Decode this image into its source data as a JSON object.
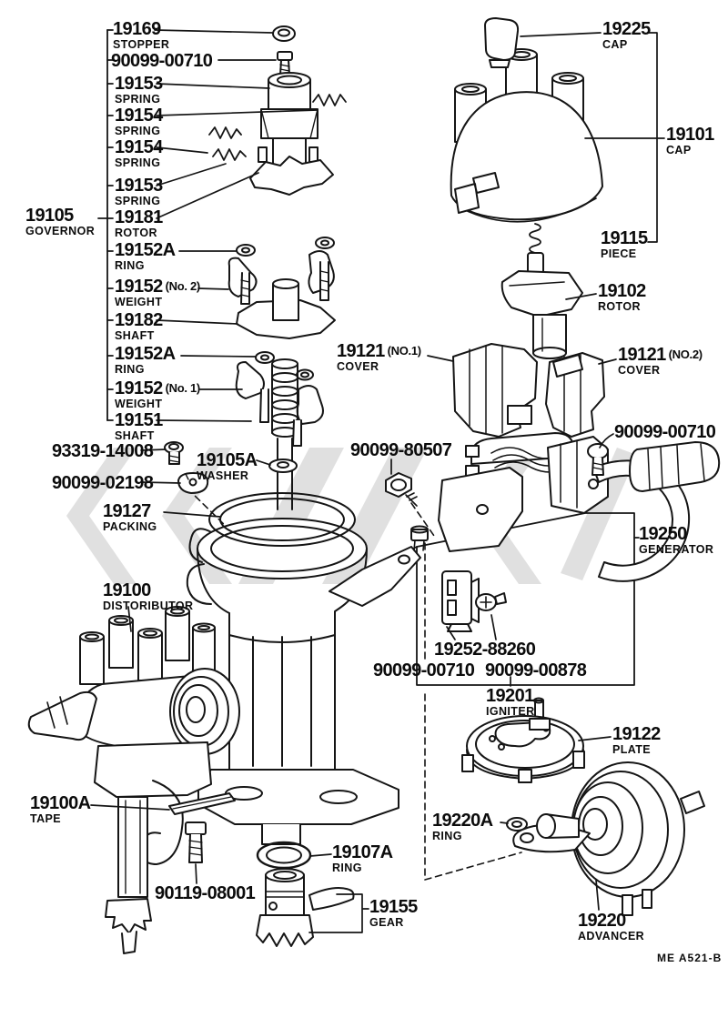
{
  "colors": {
    "ink": "#151515",
    "watermark": "#c7c7c7",
    "paper": "#ffffff"
  },
  "footer": {
    "code": "ME A521-B"
  },
  "labels": [
    {
      "num": "19169",
      "name": "STOPPER"
    },
    {
      "num": "90099-00710"
    },
    {
      "num": "19153",
      "name": "SPRING"
    },
    {
      "num": "19154",
      "name": "SPRING"
    },
    {
      "num": "19154",
      "name": "SPRING"
    },
    {
      "num": "19153",
      "name": "SPRING"
    },
    {
      "num": "19105",
      "name": "GOVERNOR"
    },
    {
      "num": "19181",
      "name": "ROTOR"
    },
    {
      "num": "19152A",
      "name": "RING"
    },
    {
      "num": "19152",
      "qual": "(No. 2)",
      "name": "WEIGHT"
    },
    {
      "num": "19182",
      "name": "SHAFT"
    },
    {
      "num": "19152A",
      "name": "RING"
    },
    {
      "num": "19152",
      "qual": "(No. 1)",
      "name": "WEIGHT"
    },
    {
      "num": "19151",
      "name": "SHAFT"
    },
    {
      "num": "93319-14008"
    },
    {
      "num": "19105A",
      "name": "WASHER"
    },
    {
      "num": "90099-02198"
    },
    {
      "num": "19127",
      "name": "PACKING"
    },
    {
      "num": "19100",
      "name": "DISTORIBUTOR"
    },
    {
      "num": "19100A",
      "name": "TAPE"
    },
    {
      "num": "90119-08001"
    },
    {
      "num": "19107A",
      "name": "RING"
    },
    {
      "num": "19155",
      "name": "GEAR"
    },
    {
      "num": "19225",
      "name": "CAP"
    },
    {
      "num": "19101",
      "name": "CAP"
    },
    {
      "num": "19115",
      "name": "PIECE"
    },
    {
      "num": "19102",
      "name": "ROTOR"
    },
    {
      "num": "19121",
      "qual": "(NO.1)",
      "name": "COVER"
    },
    {
      "num": "19121",
      "qual": "(NO.2)",
      "name": "COVER"
    },
    {
      "num": "90099-00710"
    },
    {
      "num": "90099-80507"
    },
    {
      "num": "19250",
      "name": "GENERATOR"
    },
    {
      "num": "19252-88260"
    },
    {
      "num": "90099-00710"
    },
    {
      "num": "90099-00878"
    },
    {
      "num": "19201",
      "name": "IGNITER"
    },
    {
      "num": "19122",
      "name": "PLATE"
    },
    {
      "num": "19220A",
      "name": "RING"
    },
    {
      "num": "19220",
      "name": "ADVANCER"
    }
  ]
}
